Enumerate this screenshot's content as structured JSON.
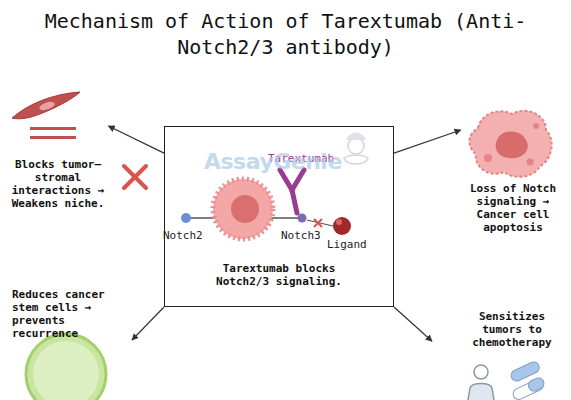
{
  "diagram": {
    "title": "Mechanism of Action of Tarextumab (Anti- Notch2/3 antibody)",
    "nodes": [
      {
        "text": [
          "Tarextumab blocks Notch2/3 signaling."
        ]
      },
      {
        "text": [
          "Blocks tumor– stromal interactions → Weakens niche."
        ]
      },
      {
        "text": [
          "Loss of Notch signaling → Cancer cell apoptosis"
        ]
      },
      {
        "text": [
          "Reduces cancer stem cells → prevents recurrence"
        ]
      },
      {
        "text": [
          "Sensitizes tumors to chemotherapy"
        ]
      }
    ],
    "edges": [
      {
        "from": 0,
        "to": 1,
        "arrow": "to"
      },
      {
        "from": 0,
        "to": 2,
        "arrow": "to"
      },
      {
        "from": 0,
        "to": 3,
        "arrow": "to"
      },
      {
        "from": 0,
        "to": 4,
        "arrow": "to"
      }
    ],
    "labels": [
      "Tarextumab",
      "Notch2",
      "Notch3",
      "Ligand",
      "AssayGenie"
    ]
  }
}
